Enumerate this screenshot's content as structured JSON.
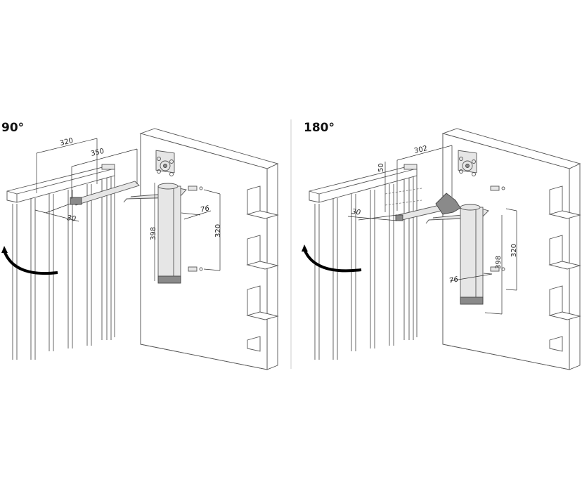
{
  "panels": [
    {
      "angle_label": "90°",
      "dimensions": {
        "arm_length_a": "320",
        "arm_length_b": "350",
        "offset": "30",
        "depth": "76",
        "body_height": "398",
        "anchor_spacing": "320"
      }
    },
    {
      "angle_label": "180°",
      "dimensions": {
        "arm_length": "302",
        "vertical_offset": "50",
        "offset": "30",
        "depth": "76",
        "body_height": "398",
        "anchor_spacing": "320"
      }
    }
  ],
  "colors": {
    "line": "#555555",
    "body": "#e6e6e6",
    "arrow": "#000000"
  }
}
